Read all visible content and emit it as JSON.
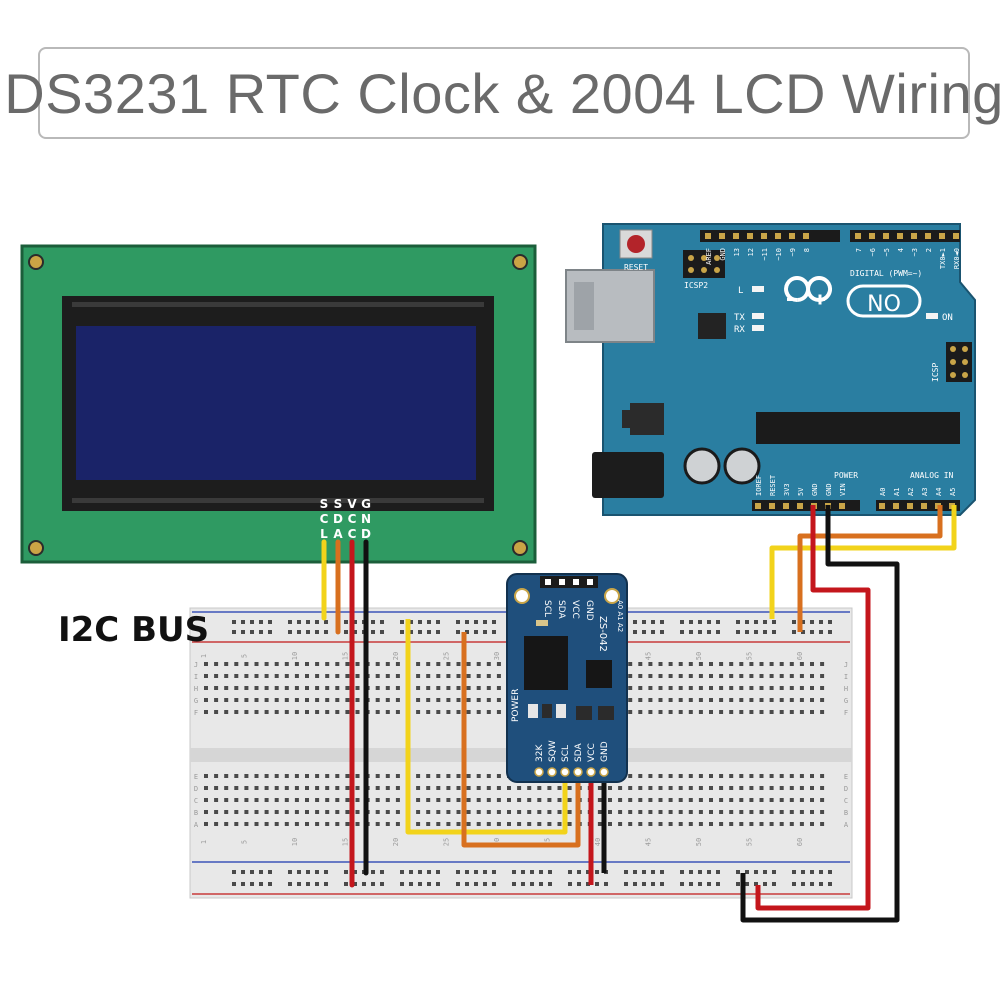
{
  "title": "DS3231 RTC Clock & 2004 LCD Wiring",
  "i2c_label": "I2C BUS",
  "lcd": {
    "pins": [
      {
        "top": "S",
        "mid": "C",
        "bot": "L"
      },
      {
        "top": "S",
        "mid": "D",
        "bot": "A"
      },
      {
        "top": "V",
        "mid": "C",
        "bot": "C"
      },
      {
        "top": "G",
        "mid": "N",
        "bot": "D"
      }
    ]
  },
  "arduino": {
    "reset_label": "RESET",
    "icsp2_label": "ICSP2",
    "icsp_label": "ICSP",
    "l_label": "L",
    "tx_label": "TX",
    "rx_label": "RX",
    "on_label": "ON",
    "logo_text": "NO",
    "digital_label": "DIGITAL (PWM=~)",
    "power_label": "POWER",
    "analog_label": "ANALOG IN",
    "top_pins": [
      "AREF",
      "GND",
      "13",
      "12",
      "~11",
      "~10",
      "~9",
      "8",
      "7",
      "~6",
      "~5",
      "4",
      "~3",
      "2",
      "TX0►1",
      "RX0◄0"
    ],
    "power_pins": [
      "IOREF",
      "RESET",
      "3V3",
      "5V",
      "GND",
      "GND",
      "VIN"
    ],
    "analog_pins": [
      "A0",
      "A1",
      "A2",
      "A3",
      "A4",
      "A5"
    ]
  },
  "rtc": {
    "top_pins": [
      "SCL",
      "SDA",
      "VCC",
      "GND"
    ],
    "bottom_pins": [
      "32K",
      "SQW",
      "SCL",
      "SDA",
      "VCC",
      "GND"
    ],
    "model": "ZS-042",
    "addr": "A0 A1 A2",
    "power_label": "POWER"
  },
  "breadboard": {
    "col_numbers": [
      "1",
      "5",
      "10",
      "15",
      "20",
      "25",
      "30",
      "35",
      "40",
      "45",
      "50",
      "55",
      "60"
    ],
    "row_letters_top": [
      "J",
      "I",
      "H",
      "G",
      "F"
    ],
    "row_letters_bottom": [
      "E",
      "D",
      "C",
      "B",
      "A"
    ]
  },
  "colors": {
    "lcd_pcb": "#2f9a62",
    "lcd_screen": "#1a2368",
    "arduino": "#2a7ea1",
    "rtc": "#1f4f7c",
    "wire_yellow": "#f2d31b",
    "wire_orange": "#d8701f",
    "wire_red": "#c4161c",
    "wire_black": "#111111"
  }
}
